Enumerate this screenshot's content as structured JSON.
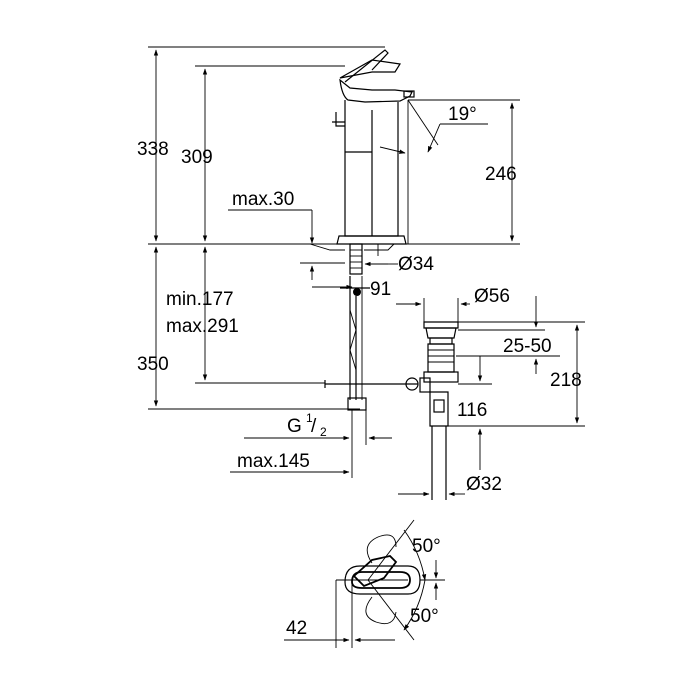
{
  "drawing": {
    "dimensions": {
      "overall_height": "338",
      "spout_height": "309",
      "reach": "246",
      "angle_spout": "19°",
      "max_thickness": "max.30",
      "hole_diameter": "Ø34",
      "mount_offset": "91",
      "clamp_range_min": "min.177",
      "clamp_range_max": "max.291",
      "hose_length": "350",
      "waste_diameter": "Ø56",
      "waste_range": "25-50",
      "waste_height": "218",
      "waste_length": "116",
      "connection_thread": "G",
      "connection_fraction_num": "1",
      "connection_fraction_den": "2",
      "connection_max": "max.145",
      "tail_diameter": "Ø32",
      "handle_angle_top": "50°",
      "handle_angle_bottom": "50°",
      "handle_offset": "42"
    }
  }
}
